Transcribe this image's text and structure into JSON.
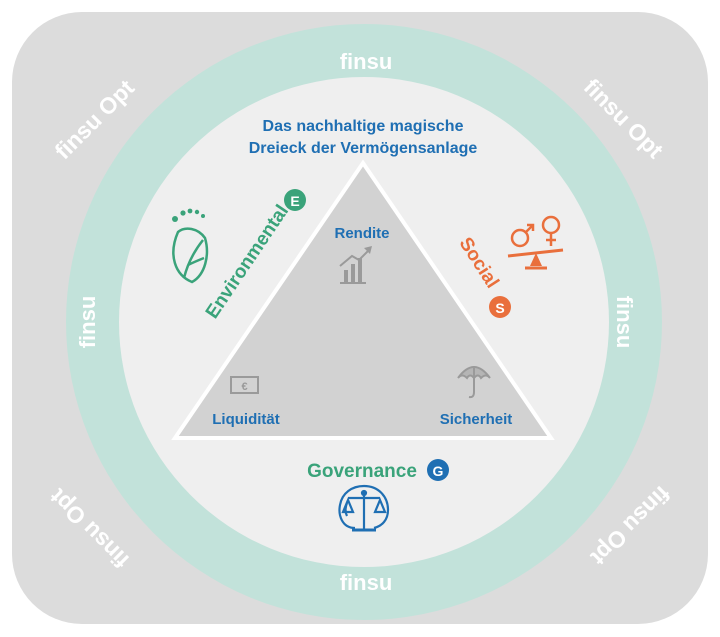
{
  "title_line1": "Das nachhaltige magische",
  "title_line2": "Dreieck der Vermögensanlage",
  "ring_label": "finsu",
  "corner_label": "finsu Opt",
  "triangle": {
    "top": "Rendite",
    "left": "Liquidität",
    "right": "Sicherheit"
  },
  "esg": {
    "environmental": "Environmental",
    "environmental_badge": "E",
    "social": "Social",
    "social_badge": "S",
    "governance": "Governance",
    "governance_badge": "G"
  },
  "colors": {
    "outer_square": "#dcdcdc",
    "ring": "#c2e2da",
    "inner_disc": "#efefef",
    "triangle": "#d2d2d2",
    "title": "#1f6fb3",
    "green": "#3aa37a",
    "orange": "#e96f3c",
    "blue": "#1f6fb3"
  },
  "icons": [
    "foot-leaf-icon",
    "gender-scale-icon",
    "chart-up-icon",
    "euro-bill-icon",
    "umbrella-icon",
    "justice-scale-icon"
  ]
}
